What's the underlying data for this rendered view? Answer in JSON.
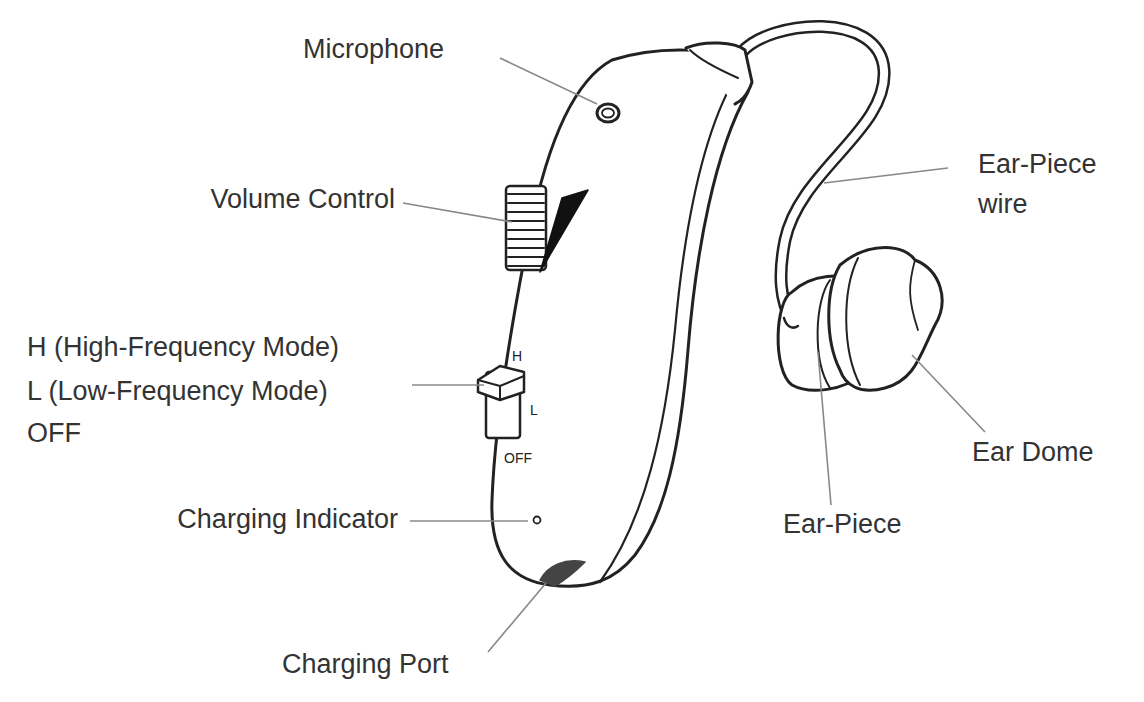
{
  "diagram": {
    "labels": [
      "Microphone",
      "Volume Control",
      "H (High-Frequency Mode)",
      "L (Low-Frequency Mode)",
      "OFF",
      "H",
      "L",
      "OFF",
      "Charging Indicator",
      "Charging Port",
      "Ear-Piece wire",
      "Ear Dome",
      "Ear-Piece"
    ]
  }
}
